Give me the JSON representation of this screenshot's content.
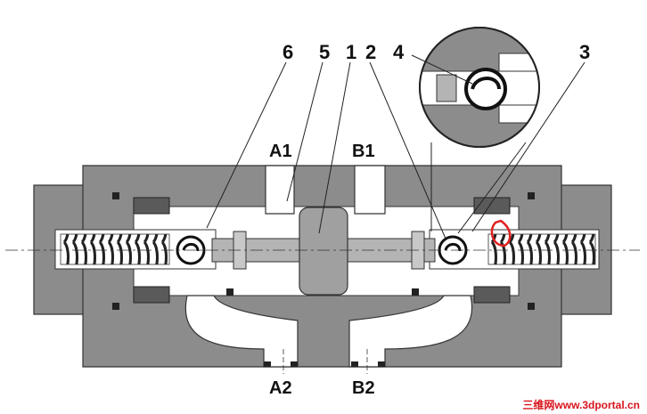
{
  "callouts": {
    "c1": "1",
    "c2": "2",
    "c3": "3",
    "c4": "4",
    "c5": "5",
    "c6": "6"
  },
  "ports": {
    "a1": "A1",
    "b1": "B1",
    "a2": "A2",
    "b2": "B2"
  },
  "watermark": "三维网www.3dportal.cn",
  "colors": {
    "body": "#8c8c8c",
    "body_dark": "#5a5a5a",
    "passage": "#ffffff",
    "spool": "#b4b4b4",
    "seal": "#222222",
    "highlight_ring": "#e0201e",
    "watermark": "#d8141c"
  }
}
